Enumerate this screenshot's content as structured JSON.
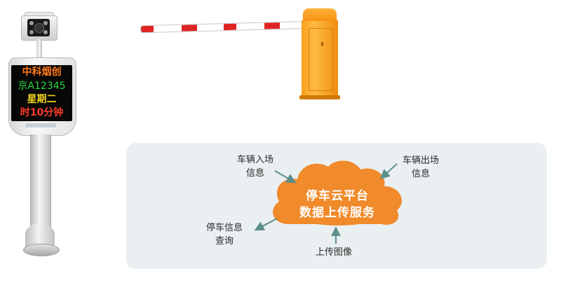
{
  "led_display": {
    "line1": "中科烟创",
    "line2": "京A12345",
    "line3": "星期二",
    "line4": "时10分钟"
  },
  "cloud": {
    "line1": "停车云平台",
    "line2": "数据上传服务",
    "color": "#f08a2a"
  },
  "labels": {
    "entry": [
      "车辆入场",
      "信息"
    ],
    "exit": [
      "车辆出场",
      "信息"
    ],
    "query": [
      "停车信息",
      "查询"
    ],
    "upload": [
      "上传图像"
    ]
  },
  "colors": {
    "panel_bg": "#eaeff1",
    "arrow": "#5a8f8c",
    "barrier_orange": "#f7a21c",
    "arm_red": "#e02424"
  },
  "icons": {
    "camera": "lpr-camera-icon",
    "barrier": "barrier-gate-icon",
    "cloud": "cloud-shape"
  }
}
